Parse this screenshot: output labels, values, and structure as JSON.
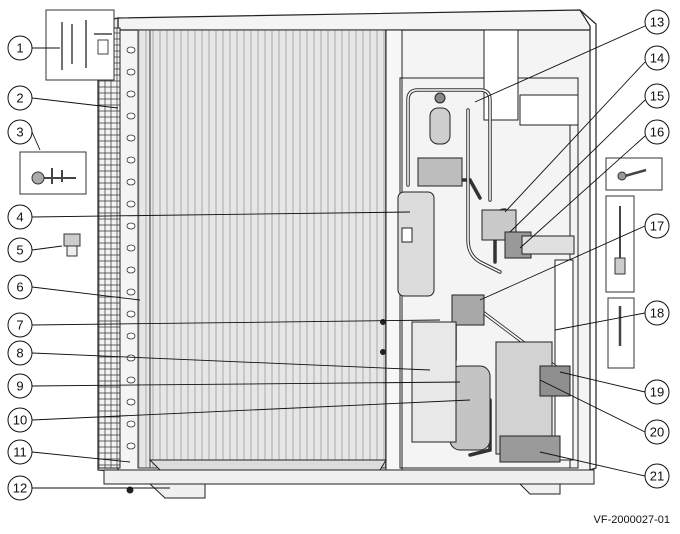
{
  "figure": {
    "reference_code": "VF-2000027-01",
    "callouts": [
      "1",
      "2",
      "3",
      "4",
      "5",
      "6",
      "7",
      "8",
      "9",
      "10",
      "11",
      "12",
      "13",
      "14",
      "15",
      "16",
      "17",
      "18",
      "19",
      "20",
      "21"
    ]
  }
}
